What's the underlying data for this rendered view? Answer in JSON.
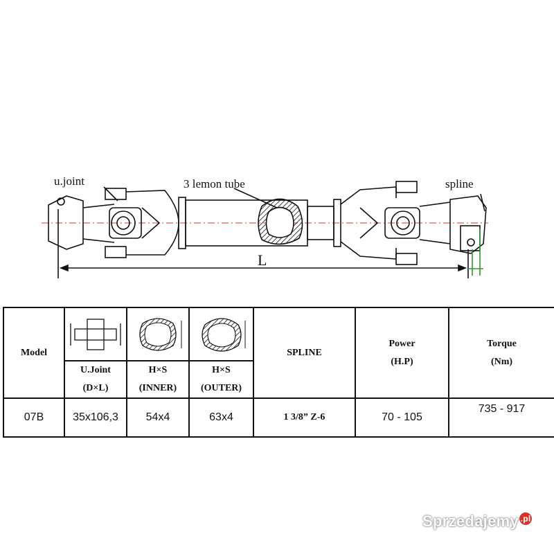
{
  "drawing": {
    "labels": {
      "ujoint": "u.joint",
      "lemon_tube": "3 lemon tube",
      "spline": "spline",
      "length": "L"
    }
  },
  "table": {
    "headers": {
      "model": "Model",
      "ujoint": [
        "U.Joint",
        "(D×L)"
      ],
      "inner": [
        "H×S",
        "(INNER)"
      ],
      "outer": [
        "H×S",
        "(OUTER)"
      ],
      "spline": "SPLINE",
      "power": [
        "Power",
        "(H.P)"
      ],
      "torque": [
        "Torque",
        "(Nm)"
      ]
    },
    "rows": [
      {
        "model": "07B",
        "ujoint": "35x106,3",
        "inner": "54x4",
        "outer": "63x4",
        "spline": "1 3/8” Z-6",
        "power": "70 - 105",
        "torque": "735 - 917"
      }
    ]
  },
  "watermark": {
    "text": "Sprzedajemy",
    "suffix": ".pl"
  }
}
